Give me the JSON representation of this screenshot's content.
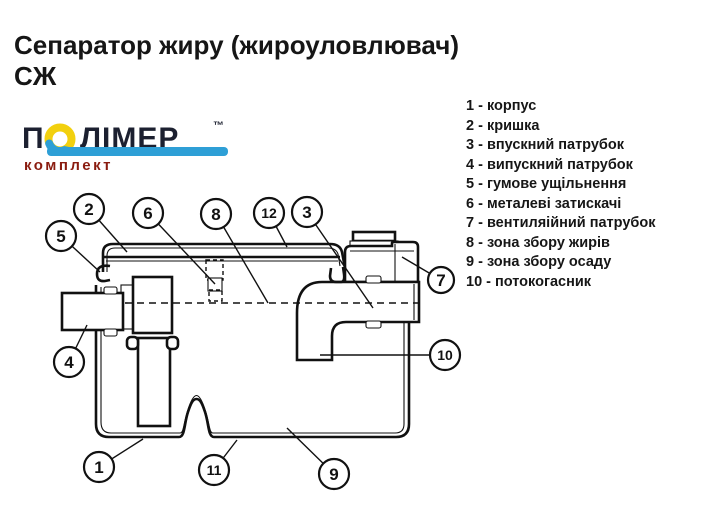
{
  "title": {
    "line1": "Сепаратор жиру (жироуловлювач)",
    "line2": "СЖ"
  },
  "logo": {
    "word_first": "П",
    "word_rest": "ЛІМЕР",
    "tm": "™",
    "subtitle": "комплект",
    "colors": {
      "letters": "#1c2030",
      "o_yellow": "#f2d00e",
      "swoosh_blue": "#2e9fd6",
      "subtitle_red": "#8a1c10"
    }
  },
  "legend": {
    "items": [
      "1 - корпус",
      "2 - кришка",
      "3 - впускний патрубок",
      "4 - випускний патрубок",
      "5 - гумове ущільнення",
      "6 - металеві затискачі",
      "7 - вентиляійний патрубок",
      "8 - зона збору жирів",
      "9 - зона збору осаду",
      "10 - потокогасник"
    ]
  },
  "callouts": [
    "1",
    "2",
    "3",
    "4",
    "5",
    "6",
    "7",
    "8",
    "9",
    "10",
    "11",
    "12"
  ]
}
